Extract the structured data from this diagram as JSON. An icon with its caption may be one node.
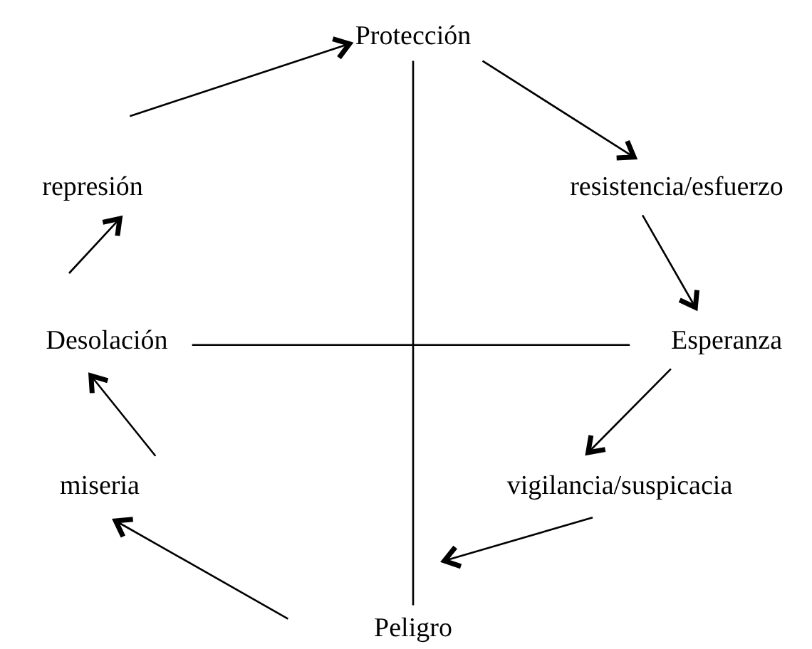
{
  "diagram": {
    "nodes": [
      {
        "text": [
          "Protección"
        ]
      },
      {
        "text": [
          "resistencia/esfuerzo"
        ]
      },
      {
        "text": [
          "Esperanza"
        ]
      },
      {
        "text": [
          "vigilancia/suspicacia"
        ]
      },
      {
        "text": [
          "Peligro"
        ]
      },
      {
        "text": [
          "miseria"
        ]
      },
      {
        "text": [
          "Desolación"
        ]
      },
      {
        "text": [
          "represión"
        ]
      }
    ],
    "edges": [
      {
        "from": 0,
        "to": 1,
        "arrow": "to"
      },
      {
        "from": 1,
        "to": 2,
        "arrow": "to"
      },
      {
        "from": 2,
        "to": 3,
        "arrow": "to"
      },
      {
        "from": 3,
        "to": 4,
        "arrow": "to"
      },
      {
        "from": 4,
        "to": 5,
        "arrow": "to"
      },
      {
        "from": 5,
        "to": 6,
        "arrow": "to"
      },
      {
        "from": 6,
        "to": 7,
        "arrow": "to"
      },
      {
        "from": 7,
        "to": 0,
        "arrow": "to"
      },
      {
        "from": 0,
        "to": 4,
        "arrow": "none"
      },
      {
        "from": 6,
        "to": 2,
        "arrow": "none"
      }
    ]
  }
}
